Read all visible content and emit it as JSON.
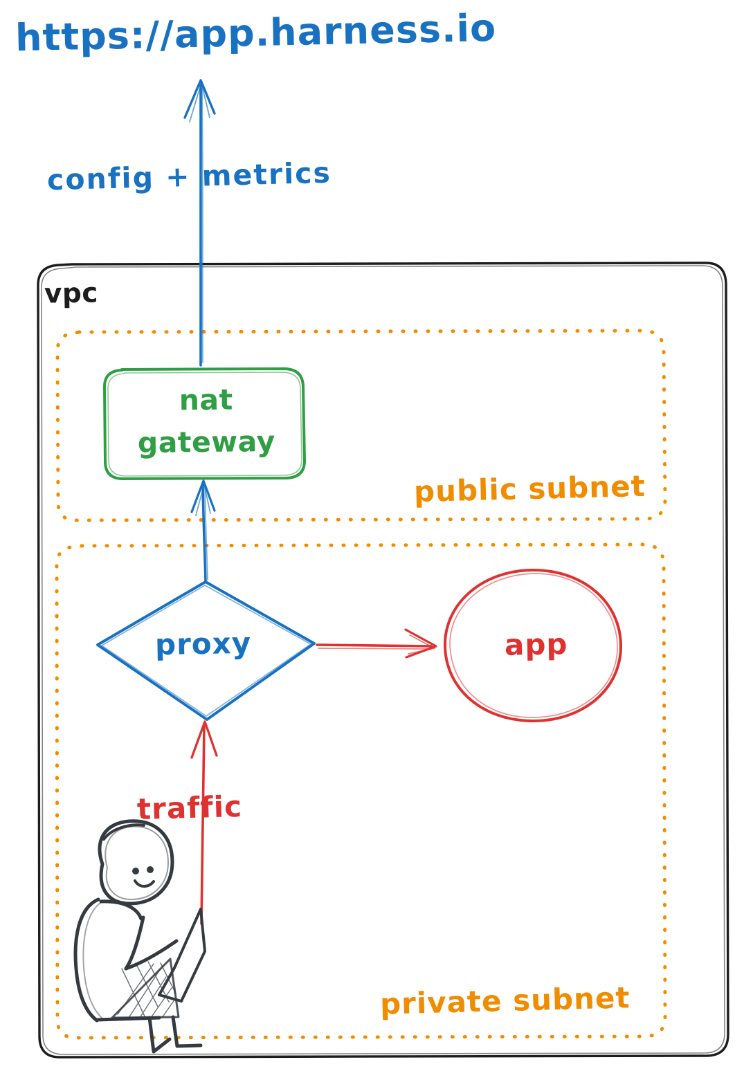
{
  "diagram": {
    "title": "Harness delegate VPC network architecture",
    "background": "#ffffff",
    "colors": {
      "blue": "#1971c2",
      "green": "#2f9e44",
      "orange": "#f08c00",
      "red": "#e03131",
      "black": "#1d1d1d"
    }
  },
  "labels": {
    "url": "https://app.harness.io",
    "config_metrics": "config + metrics",
    "vpc": "vpc",
    "nat_gateway": "nat\ngateway",
    "nat_gateway_line1": "nat",
    "nat_gateway_line2": "gateway",
    "public_subnet": "public subnet",
    "proxy": "proxy",
    "app": "app",
    "traffic": "traffic",
    "private_subnet": "private subnet"
  },
  "nodes": [
    {
      "id": "url",
      "label": "https://app.harness.io",
      "shape": "text",
      "color": "#1971c2"
    },
    {
      "id": "vpc",
      "label": "vpc",
      "shape": "rounded-rect",
      "color": "#1d1d1d",
      "style": "solid"
    },
    {
      "id": "public-subnet",
      "label": "public subnet",
      "shape": "rounded-rect",
      "color": "#f08c00",
      "style": "dotted"
    },
    {
      "id": "private-subnet",
      "label": "private subnet",
      "shape": "rounded-rect",
      "color": "#f08c00",
      "style": "dotted"
    },
    {
      "id": "nat-gateway",
      "label": "nat gateway",
      "shape": "rounded-rect",
      "color": "#2f9e44",
      "style": "solid"
    },
    {
      "id": "proxy",
      "label": "proxy",
      "shape": "diamond",
      "color": "#1971c2",
      "style": "solid"
    },
    {
      "id": "app",
      "label": "app",
      "shape": "ellipse",
      "color": "#e03131",
      "style": "solid"
    },
    {
      "id": "user",
      "label": "person with laptop",
      "shape": "sketch-figure",
      "color": "#343a40"
    }
  ],
  "edges": [
    {
      "id": "edge-nat-to-url",
      "from": "nat-gateway",
      "to": "url",
      "label": "config + metrics",
      "color": "#1971c2",
      "direction": "up"
    },
    {
      "id": "edge-proxy-to-nat",
      "from": "proxy",
      "to": "nat-gateway",
      "label": "",
      "color": "#1971c2",
      "direction": "up"
    },
    {
      "id": "edge-proxy-to-app",
      "from": "proxy",
      "to": "app",
      "label": "",
      "color": "#e03131",
      "direction": "right"
    },
    {
      "id": "edge-user-to-proxy",
      "from": "user",
      "to": "proxy",
      "label": "traffic",
      "color": "#e03131",
      "direction": "up"
    }
  ]
}
